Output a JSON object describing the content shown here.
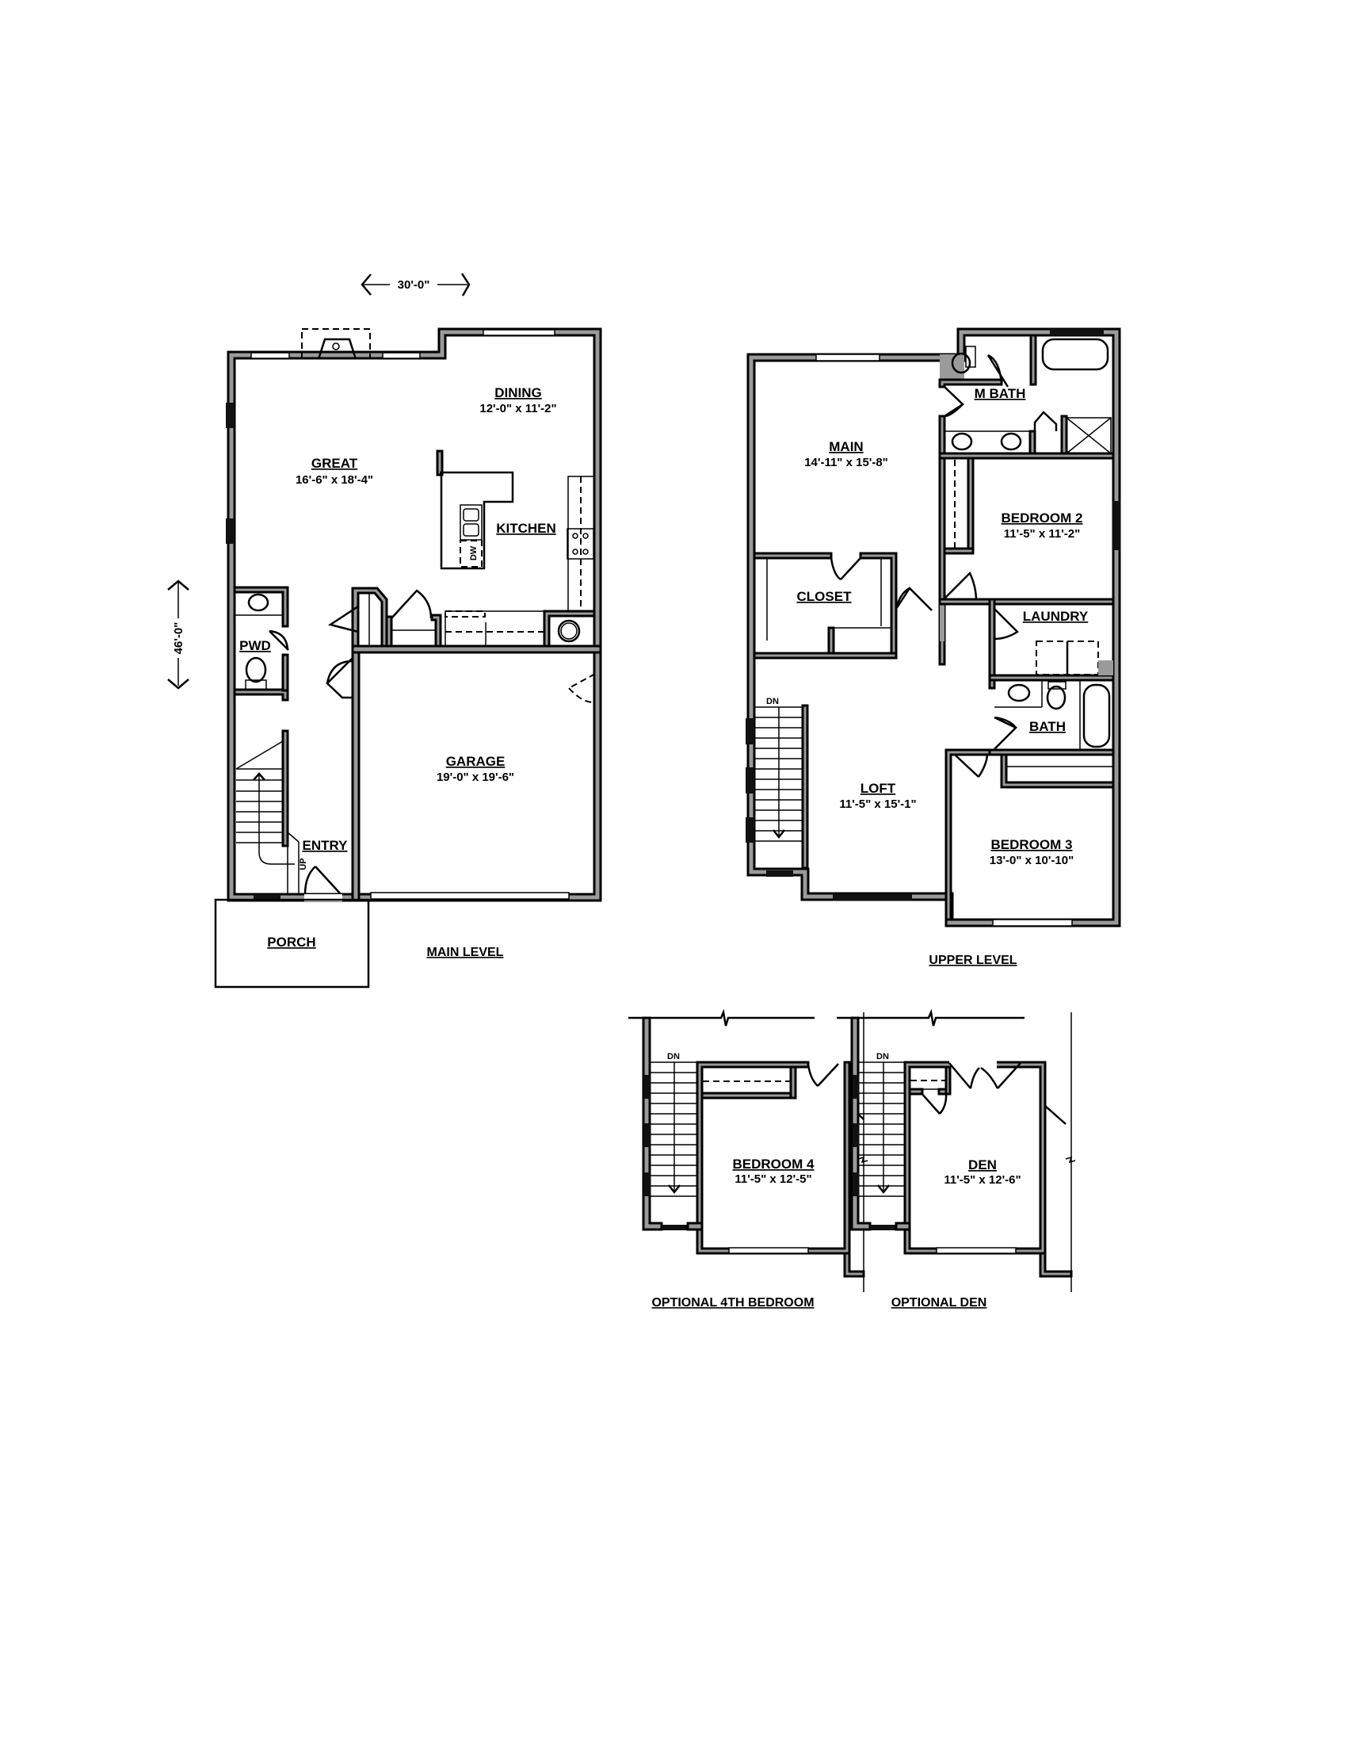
{
  "overall_dimensions": {
    "width": "30'-0\"",
    "depth": "46'-0\""
  },
  "main_level": {
    "title": "MAIN LEVEL",
    "rooms": {
      "great": {
        "name": "GREAT",
        "size": "16'-6\" x 18'-4\""
      },
      "dining": {
        "name": "DINING",
        "size": "12'-0\" x 11'-2\""
      },
      "kitchen": {
        "name": "KITCHEN"
      },
      "pwd": {
        "name": "PWD"
      },
      "garage": {
        "name": "GARAGE",
        "size": "19'-0\" x 19'-6\""
      },
      "entry": {
        "name": "ENTRY"
      },
      "porch": {
        "name": "PORCH"
      }
    },
    "annotations": {
      "dw": "DW",
      "stair_up": "UP"
    }
  },
  "upper_level": {
    "title": "UPPER LEVEL",
    "rooms": {
      "main": {
        "name": "MAIN",
        "size": "14'-11\" x 15'-8\""
      },
      "m_bath": {
        "name": "M BATH"
      },
      "bedroom2": {
        "name": "BEDROOM 2",
        "size": "11'-5\" x 11'-2\""
      },
      "closet": {
        "name": "CLOSET"
      },
      "laundry": {
        "name": "LAUNDRY"
      },
      "bath": {
        "name": "BATH"
      },
      "loft": {
        "name": "LOFT",
        "size": "11'-5\" x 15'-1\""
      },
      "bedroom3": {
        "name": "BEDROOM 3",
        "size": "13'-0\" x 10'-10\""
      }
    },
    "annotations": {
      "stair_down": "DN"
    }
  },
  "optional_plans": [
    {
      "title": "OPTIONAL 4TH BEDROOM",
      "room": {
        "name": "BEDROOM 4",
        "size": "11'-5\" x 12'-5\""
      },
      "stair_down": "DN"
    },
    {
      "title": "OPTIONAL DEN",
      "room": {
        "name": "DEN",
        "size": "11'-5\" x 12'-6\""
      },
      "stair_down": "DN"
    }
  ],
  "colors": {
    "wall_fill": "#9a9a9a",
    "line": "#000000",
    "background": "#ffffff"
  }
}
